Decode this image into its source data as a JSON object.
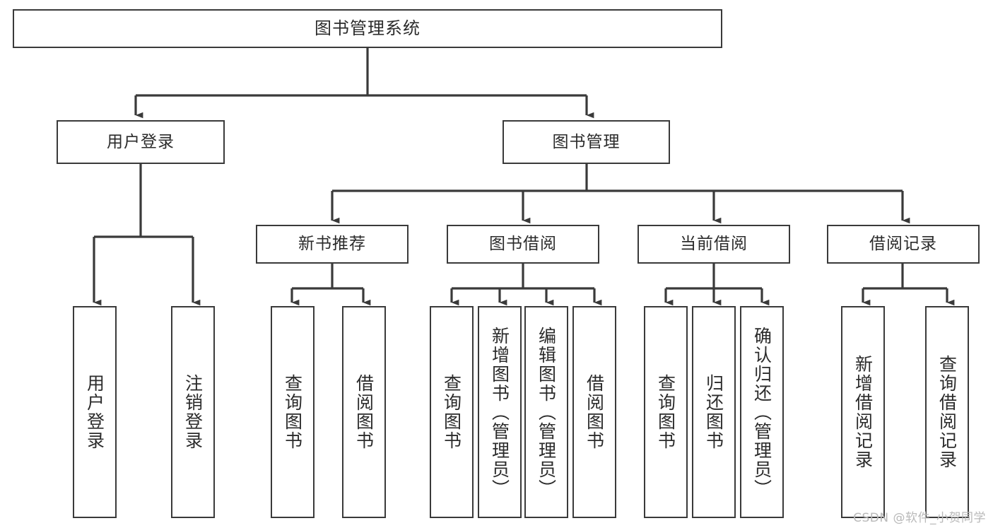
{
  "diagram": {
    "type": "tree-hierarchy-chart",
    "title_box": {
      "label": "图书管理系统"
    },
    "level2": [
      {
        "id": "user-login",
        "label": "用户登录"
      },
      {
        "id": "book-management",
        "label": "图书管理"
      }
    ],
    "level3": [
      {
        "id": "new-book-recommend",
        "label": "新书推荐"
      },
      {
        "id": "book-borrow",
        "label": "图书借阅"
      },
      {
        "id": "current-borrow",
        "label": "当前借阅"
      },
      {
        "id": "borrow-record",
        "label": "借阅记录"
      }
    ],
    "leaves": {
      "user_login": [
        {
          "id": "leaf-user-login",
          "label": "用户登录"
        },
        {
          "id": "leaf-logout-login",
          "label": "注销登录"
        }
      ],
      "new_book_recommend": [
        {
          "id": "leaf-query-book-1",
          "label": "查询图书"
        },
        {
          "id": "leaf-borrow-book-1",
          "label": "借阅图书"
        }
      ],
      "book_borrow": [
        {
          "id": "leaf-query-book-2",
          "label": "查询图书"
        },
        {
          "id": "leaf-add-book",
          "label": "新增图书（管理员）"
        },
        {
          "id": "leaf-edit-book",
          "label": "编辑图书（管理员）"
        },
        {
          "id": "leaf-borrow-book-2",
          "label": "借阅图书"
        }
      ],
      "current_borrow": [
        {
          "id": "leaf-query-book-3",
          "label": "查询图书"
        },
        {
          "id": "leaf-return-book",
          "label": "归还图书"
        },
        {
          "id": "leaf-confirm-return",
          "label": "确认归还（管理员）"
        }
      ],
      "borrow_record": [
        {
          "id": "leaf-add-record",
          "label": "新增借阅记录"
        },
        {
          "id": "leaf-query-record",
          "label": "查询借阅记录"
        }
      ]
    },
    "colors": {
      "stroke": "#3a3a3a",
      "text": "#2b2b2b",
      "background": "#ffffff",
      "watermark": "#b9b9b9"
    }
  },
  "watermark": {
    "text": "CSDN @软件_小贺同学"
  }
}
